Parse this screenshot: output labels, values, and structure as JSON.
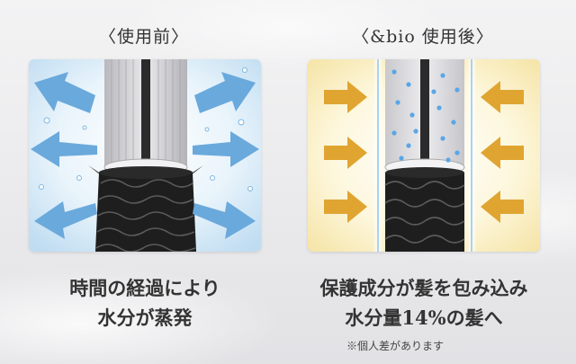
{
  "before": {
    "title": "〈使用前〉",
    "caption_line1": "時間の経過により",
    "caption_line2": "水分が蒸発"
  },
  "after": {
    "title": "〈&bio 使用後〉",
    "caption_line1": "保護成分が髪を包み込み",
    "caption_line2": "水分量14%の髪へ",
    "note": "※個人差があります"
  },
  "colors": {
    "before_bg": "#d7ebf8",
    "before_arrow": "#6aa9dc",
    "after_bg": "#fbf1c8",
    "after_arrow": "#e0a531",
    "hair_dark": "#1e1e1e",
    "hair_light": "#cfcfd2",
    "water_dot": "#5aa6e6"
  },
  "icons": {
    "before_arrows": "arrow-outward-icon",
    "after_arrows": "arrow-inward-icon",
    "hair_strand": "hair-cross-section-icon"
  }
}
